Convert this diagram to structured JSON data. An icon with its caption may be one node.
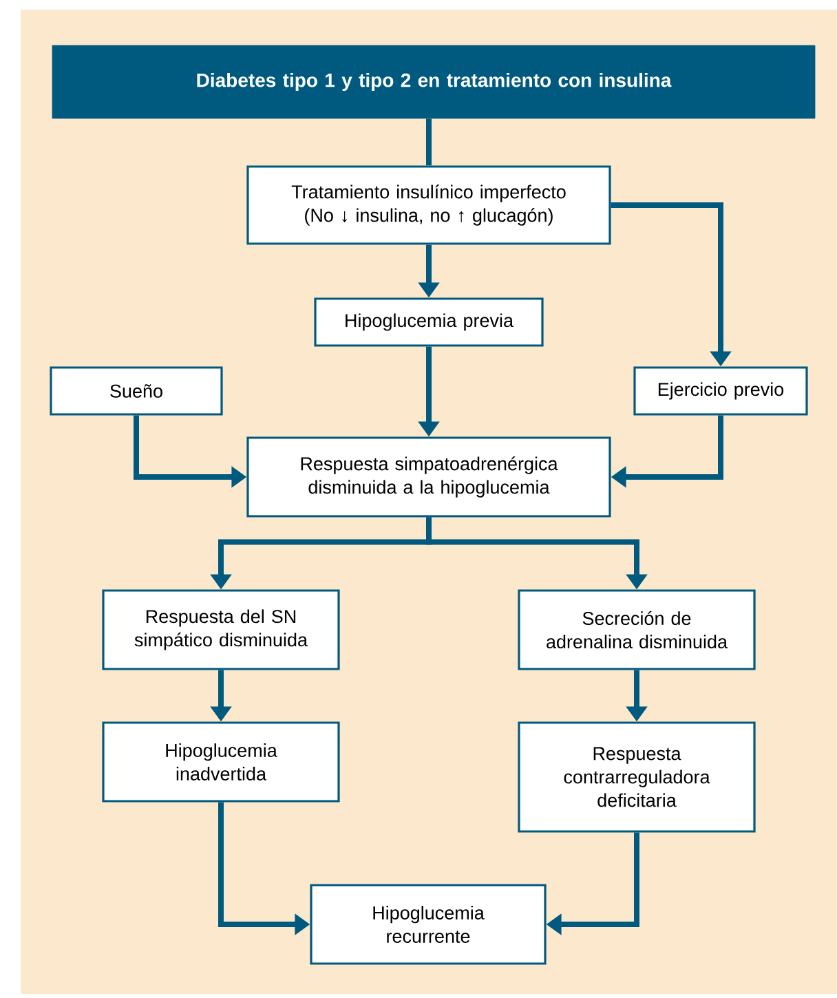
{
  "diagram": {
    "nodes": [
      {
        "text": [
          "Diabetes tipo 1 y tipo 2 en tratamiento con insulina"
        ]
      },
      {
        "text": [
          "Tratamiento insulínico imperfecto (No ↓ insulina, no ↑ glucagón)"
        ]
      },
      {
        "text": [
          "Hipoglucemia previa"
        ]
      },
      {
        "text": [
          "Sueño"
        ]
      },
      {
        "text": [
          "Ejercicio previo"
        ]
      },
      {
        "text": [
          "Respuesta simpatoadrenérgica disminuida a la hipoglucemia"
        ]
      },
      {
        "text": [
          "Respuesta del SN simpático disminuida"
        ]
      },
      {
        "text": [
          "Secreción de adrenalina disminuida"
        ]
      },
      {
        "text": [
          "Hipoglucemia inadvertida"
        ]
      },
      {
        "text": [
          "Respuesta contrarreguladora deficitaria"
        ]
      },
      {
        "text": [
          "Hipoglucemia recurrente"
        ]
      }
    ],
    "edges": [
      {
        "from": 0,
        "to": 1,
        "arrow": "none"
      },
      {
        "from": 1,
        "to": 2,
        "arrow": "to"
      },
      {
        "from": 1,
        "to": 4,
        "arrow": "to"
      },
      {
        "from": 2,
        "to": 5,
        "arrow": "to"
      },
      {
        "from": 3,
        "to": 5,
        "arrow": "to"
      },
      {
        "from": 4,
        "to": 5,
        "arrow": "to"
      },
      {
        "from": 5,
        "to": 6,
        "arrow": "to"
      },
      {
        "from": 5,
        "to": 7,
        "arrow": "to"
      },
      {
        "from": 6,
        "to": 8,
        "arrow": "to"
      },
      {
        "from": 7,
        "to": 9,
        "arrow": "to"
      },
      {
        "from": 8,
        "to": 10,
        "arrow": "to"
      },
      {
        "from": 9,
        "to": 10,
        "arrow": "to"
      }
    ]
  }
}
